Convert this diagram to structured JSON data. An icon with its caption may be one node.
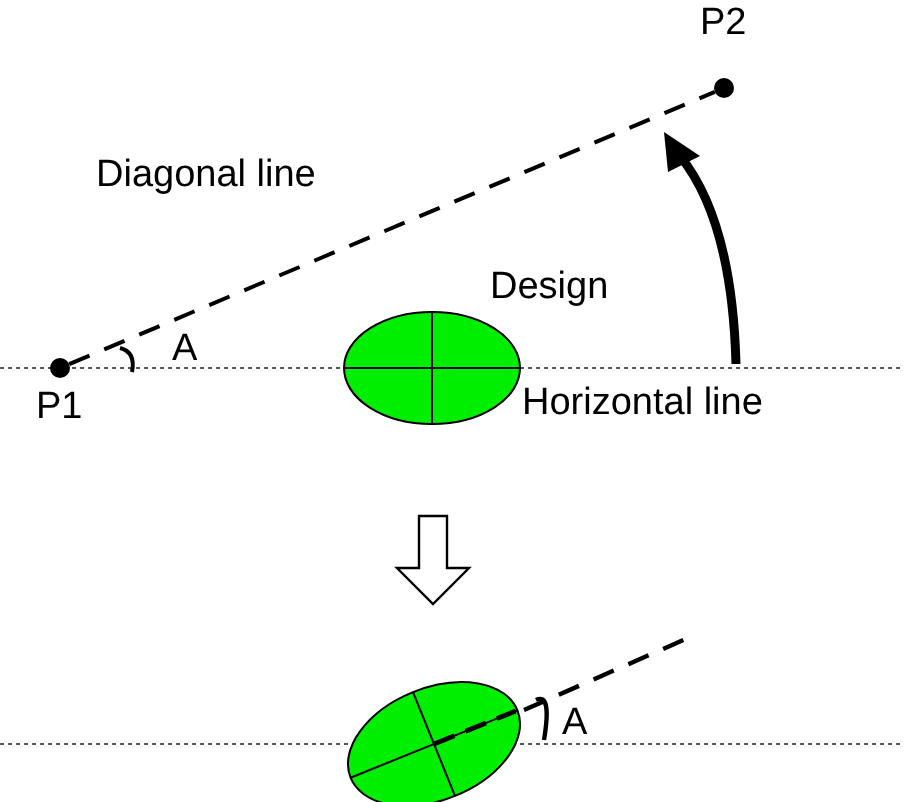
{
  "diagram": {
    "nodes": [
      {
        "text": [],
        "shape": "circle",
        "beside": [
          "P2"
        ]
      },
      {
        "text": [],
        "shape": "circle",
        "beside": [
          "P1"
        ]
      },
      {
        "text": [],
        "shape": "ellipse",
        "beside": [
          "Design"
        ]
      },
      {
        "text": [],
        "shape": "ellipse"
      }
    ],
    "edges": [
      {
        "from": 1,
        "to": 0,
        "arrow": "none",
        "style": "dashed"
      },
      {
        "from": 2,
        "to": 3,
        "arrow": "to"
      }
    ],
    "labels": [
      "Diagonal line",
      "A",
      "Horizontal line",
      "A"
    ]
  }
}
